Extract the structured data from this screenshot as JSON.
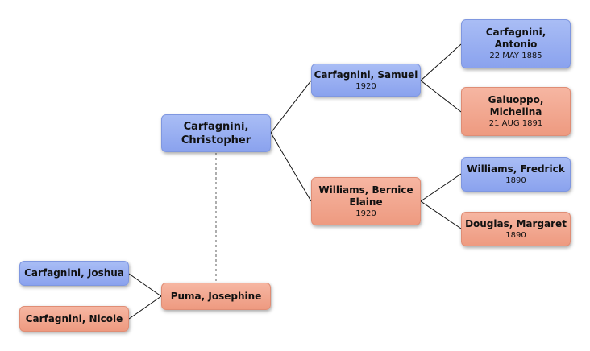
{
  "people": {
    "christopher": {
      "name": "Carfagnini,\nChristopher",
      "date": ""
    },
    "samuel": {
      "name": "Carfagnini, Samuel",
      "date": "1920"
    },
    "bernice": {
      "name": "Williams, Bernice\nElaine",
      "date": "1920"
    },
    "antonio": {
      "name": "Carfagnini,\nAntonio",
      "date": "22 MAY 1885"
    },
    "michelina": {
      "name": "Galuoppo,\nMichelina",
      "date": "21 AUG 1891"
    },
    "fredrick": {
      "name": "Williams, Fredrick",
      "date": "1890"
    },
    "margaret": {
      "name": "Douglas, Margaret",
      "date": "1890"
    },
    "josephine": {
      "name": "Puma, Josephine",
      "date": ""
    },
    "joshua": {
      "name": "Carfagnini, Joshua",
      "date": ""
    },
    "nicole": {
      "name": "Carfagnini, Nicole",
      "date": ""
    }
  },
  "colors": {
    "male": "#8fa6ef",
    "female": "#f0a08a",
    "line": "#111111",
    "spouse_line": "#777777"
  }
}
